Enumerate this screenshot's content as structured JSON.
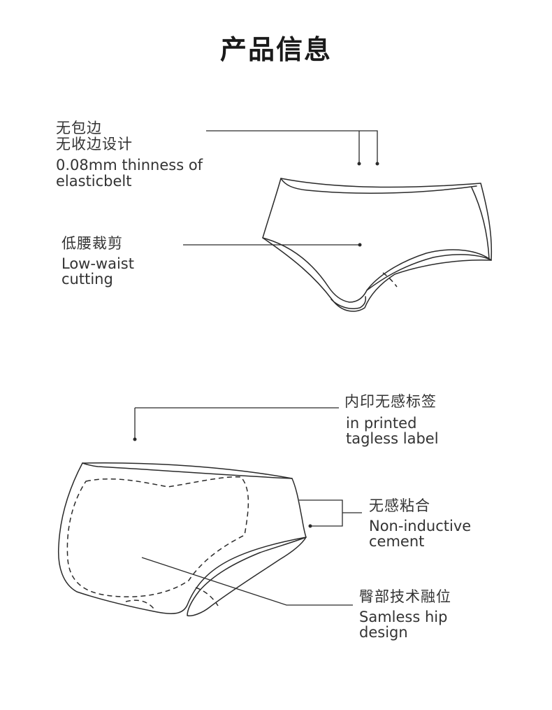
{
  "title": "产品信息",
  "callouts": {
    "no_edge": {
      "zh_line1": "无包边",
      "zh_line2": "无收边设计",
      "en_line1": "0.08mm thinness of",
      "en_line2": "elasticbelt"
    },
    "low_waist": {
      "zh": "低腰裁剪",
      "en_line1": "Low-waist",
      "en_line2": "cutting"
    },
    "tag": {
      "zh": "内印无感标签",
      "en_line1": "in printed",
      "en_line2": "tagless label"
    },
    "cement": {
      "zh": "无感粘合",
      "en_line1": "Non-inductive",
      "en_line2": "cement"
    },
    "hip": {
      "zh": "臀部技术融位",
      "en_line1": "Samless hip",
      "en_line2": "design"
    }
  }
}
